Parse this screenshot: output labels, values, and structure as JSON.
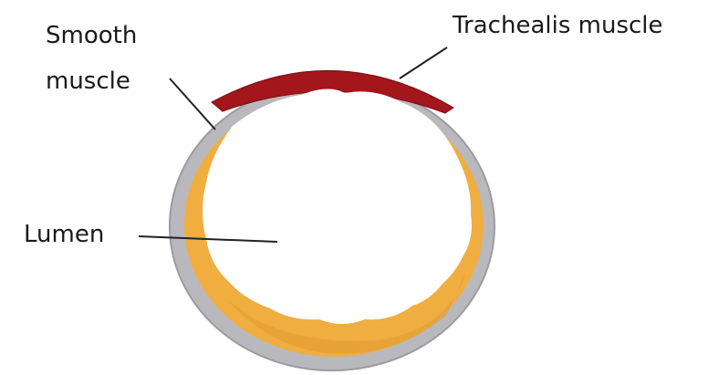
{
  "labels": {
    "smooth_muscle_line1": "Smooth",
    "smooth_muscle_line2": "muscle",
    "trachealis_muscle": "Trachealis muscle",
    "lumen": "Lumen"
  },
  "colors": {
    "background": "#ffffff",
    "cartilage_ring": "#b9b9bd",
    "cartilage_edge": "#9c9ca0",
    "smooth_muscle": "#f0ad40",
    "smooth_muscle_shadow": "#d8952e",
    "trachealis": "#a3161b",
    "lumen": "#ffffff",
    "text": "#1a1a1a",
    "leader_line": "#222222"
  }
}
